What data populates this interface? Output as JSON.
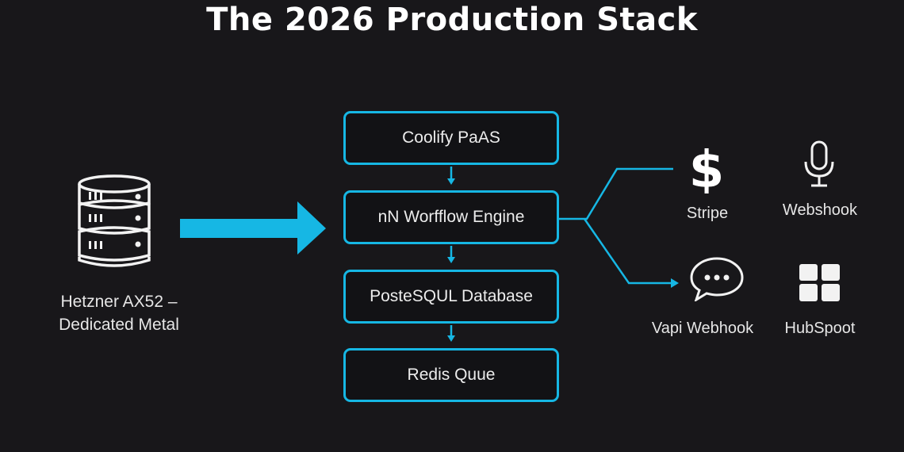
{
  "title": "The 2026 Production Stack",
  "colors": {
    "accent": "#16b7e4",
    "background": "#18171a",
    "text": "#ececec"
  },
  "source": {
    "icon": "server-rack-icon",
    "label_line1": "Hetzner AX52 –",
    "label_line2": "Dedicated Metal"
  },
  "stack": [
    {
      "label": "Coolify PaAS"
    },
    {
      "label": "nN Worfflow Engine"
    },
    {
      "label": "PosteSQUL Database"
    },
    {
      "label": "Redis Quue"
    }
  ],
  "integrations": [
    {
      "label": "Stripe",
      "icon": "dollar-icon"
    },
    {
      "label": "Webshook",
      "icon": "microphone-icon"
    },
    {
      "label": "Vapi Webhook",
      "icon": "chat-bubble-icon"
    },
    {
      "label": "HubSpoot",
      "icon": "grid-tiles-icon"
    }
  ]
}
